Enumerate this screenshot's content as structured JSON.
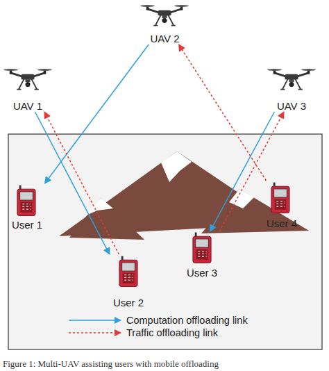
{
  "diagram": {
    "caption": "Figure 1: Multi-UAV assisting users with mobile offloading",
    "nodes": [
      {
        "text": [
          "UAV 1"
        ]
      },
      {
        "text": [
          "UAV 2"
        ]
      },
      {
        "text": [
          "UAV 3"
        ]
      },
      {
        "text": [
          "User 1"
        ]
      },
      {
        "text": [
          "User 2"
        ]
      },
      {
        "text": [
          "User 3"
        ]
      },
      {
        "text": [
          "User 4"
        ]
      }
    ],
    "edges": [
      {
        "from": 1,
        "to": 3,
        "arrow": "to"
      },
      {
        "from": 0,
        "to": 4,
        "arrow": "to"
      },
      {
        "from": 2,
        "to": 5,
        "arrow": "to"
      },
      {
        "from": 4,
        "to": 0,
        "arrow": "to"
      },
      {
        "from": 6,
        "to": 1,
        "arrow": "to"
      },
      {
        "from": 5,
        "to": 2,
        "arrow": "to"
      }
    ],
    "legend": [
      {
        "text": "Computation offloading link"
      },
      {
        "text": "Traffic offloading link"
      }
    ]
  }
}
